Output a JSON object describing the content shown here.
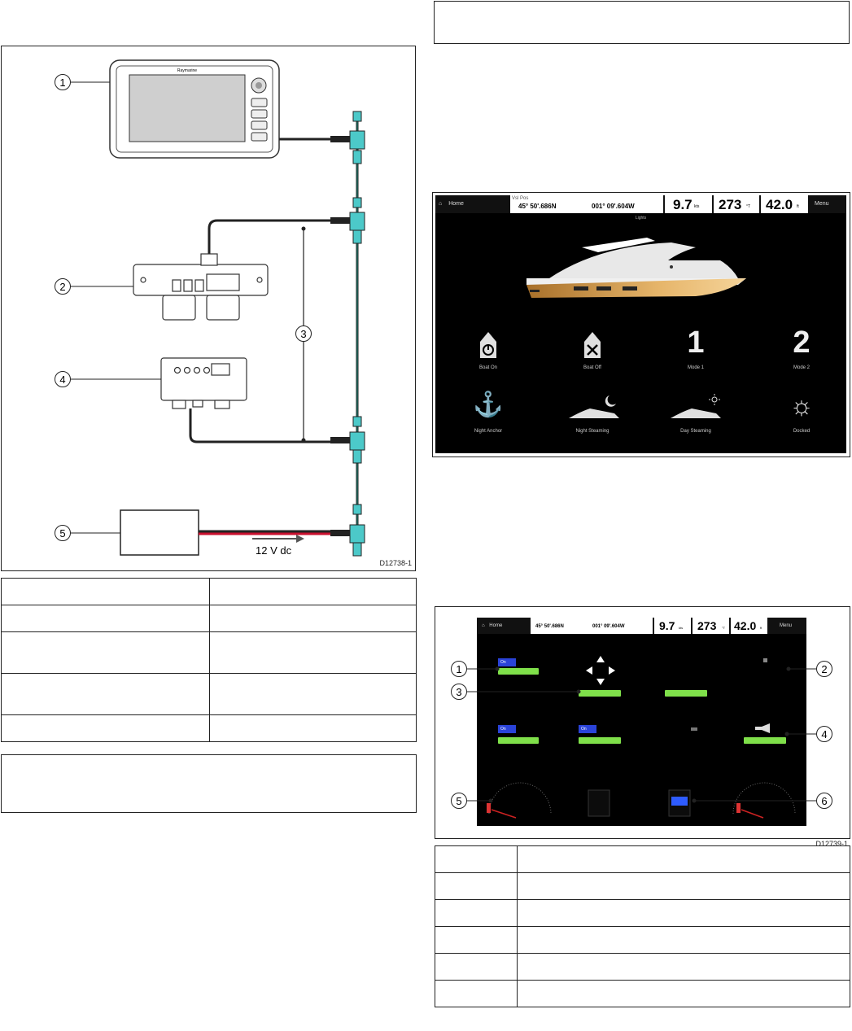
{
  "figure1": {
    "id": "D12738-1",
    "voltage": "12 V dc",
    "device_brand": "Raymarine",
    "callouts": [
      "1",
      "2",
      "3",
      "4",
      "5"
    ]
  },
  "figure2": {
    "topbar": {
      "home": "Home",
      "pos_label": "Vsl Pos",
      "lat": "45° 50'.686N",
      "lon": "001° 09'.604W",
      "sog_val": "9.7",
      "sog_unit": "kts",
      "cog_val": "273",
      "cog_unit": "°T",
      "depth_val": "42.0",
      "depth_unit": "ft",
      "menu": "Menu"
    },
    "subtitle": "Lights",
    "icons": [
      {
        "glyph": "",
        "label": "Boat On"
      },
      {
        "glyph": "",
        "label": "Boat Off"
      },
      {
        "glyph": "1",
        "label": "Mode 1"
      },
      {
        "glyph": "2",
        "label": "Mode 2"
      },
      {
        "glyph": "⚓",
        "label": "Night Anchor"
      },
      {
        "glyph": "",
        "label": "Night Steaming"
      },
      {
        "glyph": "",
        "label": "Day Steaming"
      },
      {
        "glyph": "☼",
        "label": "Docked"
      }
    ]
  },
  "figure3": {
    "id": "D12739-1",
    "topbar": {
      "home": "Home",
      "lat": "45° 50'.686N",
      "lon": "001° 09'.604W",
      "sog_val": "9.7",
      "sog_unit": "kts",
      "cog_val": "273",
      "cog_unit": "°T",
      "depth_val": "42.0",
      "depth_unit": "ft",
      "menu": "Menu"
    },
    "on_label": "On",
    "callouts": [
      "1",
      "2",
      "3",
      "4",
      "5",
      "6"
    ]
  }
}
